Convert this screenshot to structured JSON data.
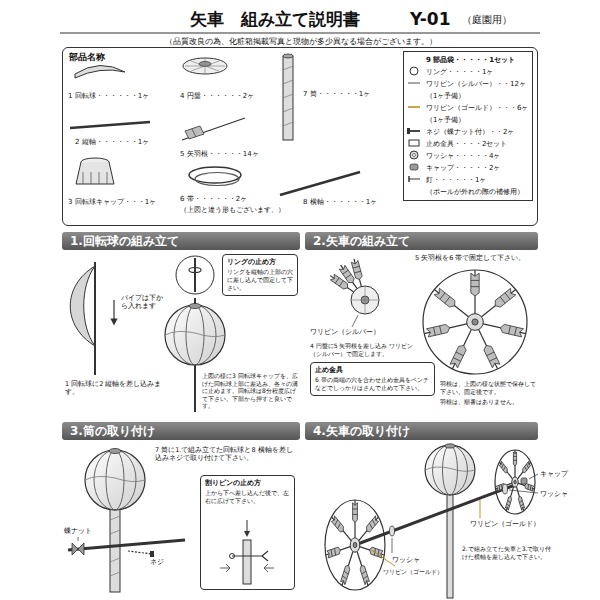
{
  "diagram": {
    "title": "矢車　組み立て説明書",
    "nodes": [
      {
        "text": [
          "部品名称"
        ]
      },
      {
        "text": [
          "9 部品袋・・・・・1セット",
          "リング・・・・・1ヶ",
          "ワリピン（シルバー）・・12ヶ",
          "（1ヶ予備）",
          "ワリピン（ゴールド）・・・6ヶ",
          "（1ヶ予備）",
          "ネジ（蝶ナット付）・・2ヶ",
          "止め金具・・・・2セット",
          "ワッシャ・・・・・4ヶ",
          "キャップ・・・・・2ヶ",
          "釘・・・・・・1ヶ",
          "（ポールが外れの際の補修用）"
        ],
        "in": 0
      },
      {
        "text": [
          "1.回転球の組み立て"
        ]
      },
      {
        "text": [
          "2.矢車の組み立て"
        ]
      },
      {
        "text": [
          "3.筒の取り付け"
        ]
      },
      {
        "text": [
          "4.矢車の取り付け"
        ]
      },
      {
        "text": [
          "リングの止め方",
          "リングを縦軸の上部の穴に差し込んで固定して下さい。"
        ]
      },
      {
        "text": [
          "止め金具",
          "6 帯の両端の穴を合わせ止め金具をペンチなどでしっかりはさんで止めて下さい。"
        ]
      },
      {
        "text": [
          "割りピンの止め方",
          "上から下へ差し込んだ後で、左右に広げて下さい。"
        ]
      }
    ],
    "labels": [
      "Y-01",
      "（庭園用）",
      "（品質改良の為、化粧箱掲載写真と現物が多少異なる場合がございます。）",
      "1 回転球・・・・・・1ヶ",
      "2 縦軸・・・・・・1ヶ",
      "3 回転球キャップ・・・1ヶ",
      "4 円盤・・・・・・2ヶ",
      "5 矢羽根・・・・・14ヶ",
      "6 帯・・・・・・2ヶ",
      "（上図と違う形もございます。）",
      "7 筒・・・・・・1ヶ",
      "8 横軸・・・・・・1ヶ",
      "パイプは下から入れます",
      "1 回転球に2 縦軸を差し込みます。",
      "上図の様に3 回転球キャップを、広げた回転球上部に差込み、各々の溝に止めます。回転球は8分程度広げて下さい。下部から押すと良いです。",
      "5 矢羽根を6 帯で固定して下さい。",
      "4 円盤に5 矢羽根を差し込み ワリピン（シルバー）で固定します。",
      "ワリピン（シルバー）",
      "羽根は、上図の様な状態で保存して下さい。固定後です。",
      "羽根は、順番はありません。",
      "7 筒に1.で組み立てた回転球と8 横軸を差し込みネジで取り付けて下さい。",
      "蝶ナット",
      "ネジ",
      "キャップ",
      "ワッシャ",
      "ワッシャ",
      "ワリピン（ゴールド）",
      "ワリピン（ゴールド）",
      "2.で組み立てた矢車と3.で取り付けた横軸を差し込んで下さい。"
    ]
  }
}
